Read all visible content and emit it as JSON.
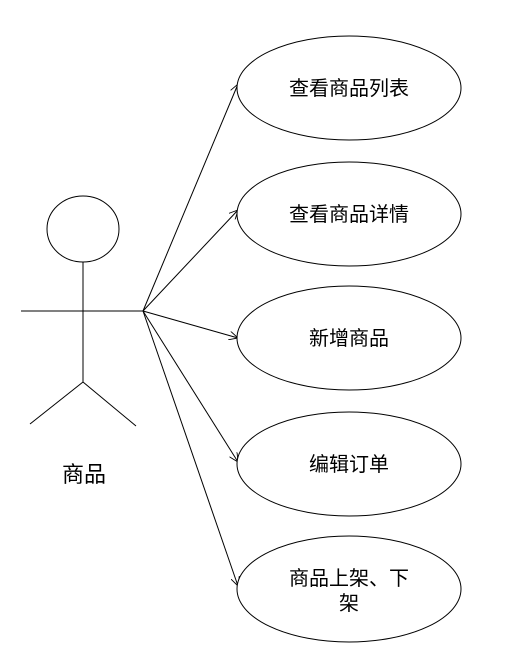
{
  "actor": {
    "name": "商品"
  },
  "use_cases": [
    {
      "lines": [
        "查看商品列表"
      ]
    },
    {
      "lines": [
        "查看商品详情"
      ]
    },
    {
      "lines": [
        "新增商品"
      ]
    },
    {
      "lines": [
        "编辑订单"
      ]
    },
    {
      "lines": [
        "商品上架、下",
        "架"
      ]
    }
  ],
  "colors": {
    "stroke": "#000000",
    "background": "#ffffff"
  }
}
